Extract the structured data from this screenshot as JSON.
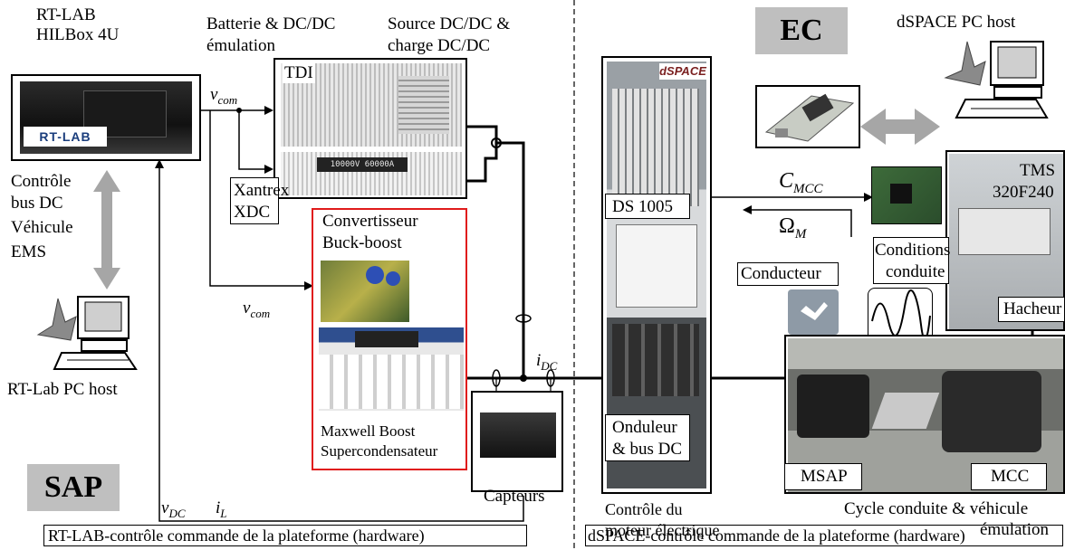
{
  "left": {
    "rtlab_title": "RT-LAB",
    "rtlab_subtitle": "HILBox 4U",
    "rtlab_logo": "RT-LAB",
    "batterie_line1": "Batterie & DC/DC",
    "batterie_line2": "émulation",
    "source_line1": "Source DC/DC &",
    "source_line2": "charge DC/DC",
    "tdi": "TDI",
    "xantrex_display": "10000V 60000A",
    "xantrex_line1": "Xantrex",
    "xantrex_line2": "XDC",
    "controle_lines": [
      "Contrôle",
      "bus DC",
      "Véhicule",
      "EMS"
    ],
    "vcom_top": "v",
    "vcom_top_sub": "com",
    "vcom_bottom": "v",
    "vcom_bottom_sub": "com",
    "convertisseur_line1": "Convertisseur",
    "convertisseur_line2": "Buck-boost",
    "maxwell_line1": "Maxwell Boost",
    "maxwell_line2": "Supercondensateur",
    "idc": "i",
    "idc_sub": "DC",
    "capteurs": "Capteurs",
    "vdc": "v",
    "vdc_sub": "DC",
    "il": "i",
    "il_sub": "L",
    "pc_host": "RT-Lab PC host",
    "sap": "SAP",
    "caption": "RT-LAB-contrôle commande de la plateforme (hardware)"
  },
  "right": {
    "ec": "EC",
    "dspace_host": "dSPACE PC host",
    "dspace_logo": "dSPACE",
    "ds1005": "DS 1005",
    "cmcc": "C",
    "cmcc_sub": "MCC",
    "omega": "Ω",
    "omega_sub": "M",
    "tms_line1": "TMS",
    "tms_line2": "320F240",
    "conditions_line1": "Conditions",
    "conditions_line2": "conduite",
    "conducteur": "Conducteur",
    "hacheur": "Hacheur",
    "onduleur_line1": "Onduleur",
    "onduleur_line2": "& bus DC",
    "msap": "MSAP",
    "mcc": "MCC",
    "controle_moteur_line1": "Contrôle du",
    "controle_moteur_line2": "moteur électrique",
    "cycle_line1": "Cycle conduite & véhicule",
    "cycle_line2": "émulation",
    "caption": "dSPACE-contrôle commande de la plateforme (hardware)"
  }
}
